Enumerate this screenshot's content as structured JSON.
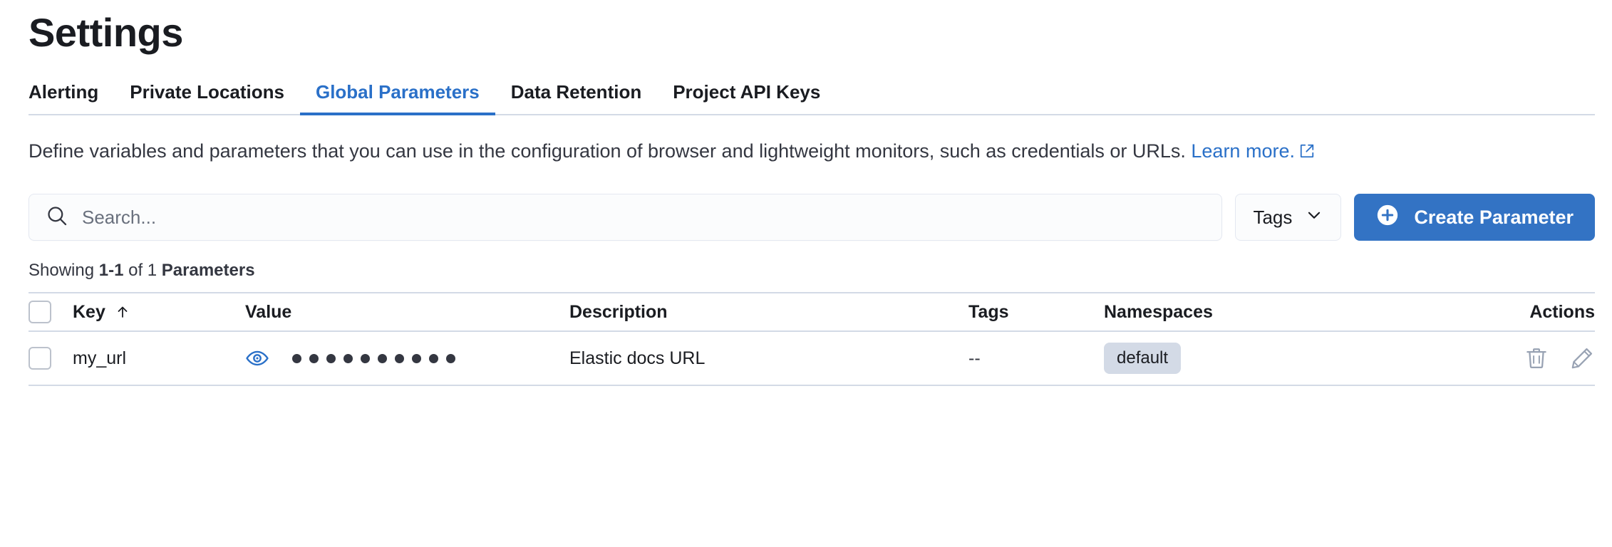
{
  "page_title": "Settings",
  "tabs": [
    {
      "label": "Alerting",
      "active": false
    },
    {
      "label": "Private Locations",
      "active": false
    },
    {
      "label": "Global Parameters",
      "active": true
    },
    {
      "label": "Data Retention",
      "active": false
    },
    {
      "label": "Project API Keys",
      "active": false
    }
  ],
  "description": {
    "text": "Define variables and parameters that you can use in the configuration of browser and lightweight monitors, such as credentials or URLs.",
    "link_label": "Learn more.",
    "link_icon": "external-link-icon"
  },
  "controls": {
    "search_placeholder": "Search...",
    "search_value": "",
    "search_icon": "search-icon",
    "tags_label": "Tags",
    "tags_icon": "chevron-down-icon",
    "create_label": "Create Parameter",
    "create_icon": "plus-circle-icon"
  },
  "results": {
    "prefix": "Showing ",
    "range": "1-1",
    "middle": " of 1 ",
    "noun": "Parameters"
  },
  "table": {
    "columns": [
      {
        "key": "select",
        "label": ""
      },
      {
        "key": "key",
        "label": "Key",
        "sort": "asc",
        "sort_icon": "arrow-up-icon"
      },
      {
        "key": "value",
        "label": "Value"
      },
      {
        "key": "description",
        "label": "Description"
      },
      {
        "key": "tags",
        "label": "Tags"
      },
      {
        "key": "namespaces",
        "label": "Namespaces"
      },
      {
        "key": "actions",
        "label": "Actions"
      }
    ],
    "rows": [
      {
        "selected": false,
        "key": "my_url",
        "value_masked_dots": 10,
        "value_reveal_icon": "eye-icon",
        "description": "Elastic docs URL",
        "tags": "--",
        "namespace_badge": "default",
        "actions": [
          {
            "name": "delete-icon",
            "label": "Delete"
          },
          {
            "name": "edit-icon",
            "label": "Edit"
          }
        ]
      }
    ]
  },
  "colors": {
    "accent": "#2a70c8",
    "primary_button": "#3373c4",
    "text": "#1a1c21",
    "muted_text": "#69707d",
    "border": "#d3dae6",
    "badge_bg": "#d3dae6",
    "icon_gray": "#98a2b3"
  }
}
